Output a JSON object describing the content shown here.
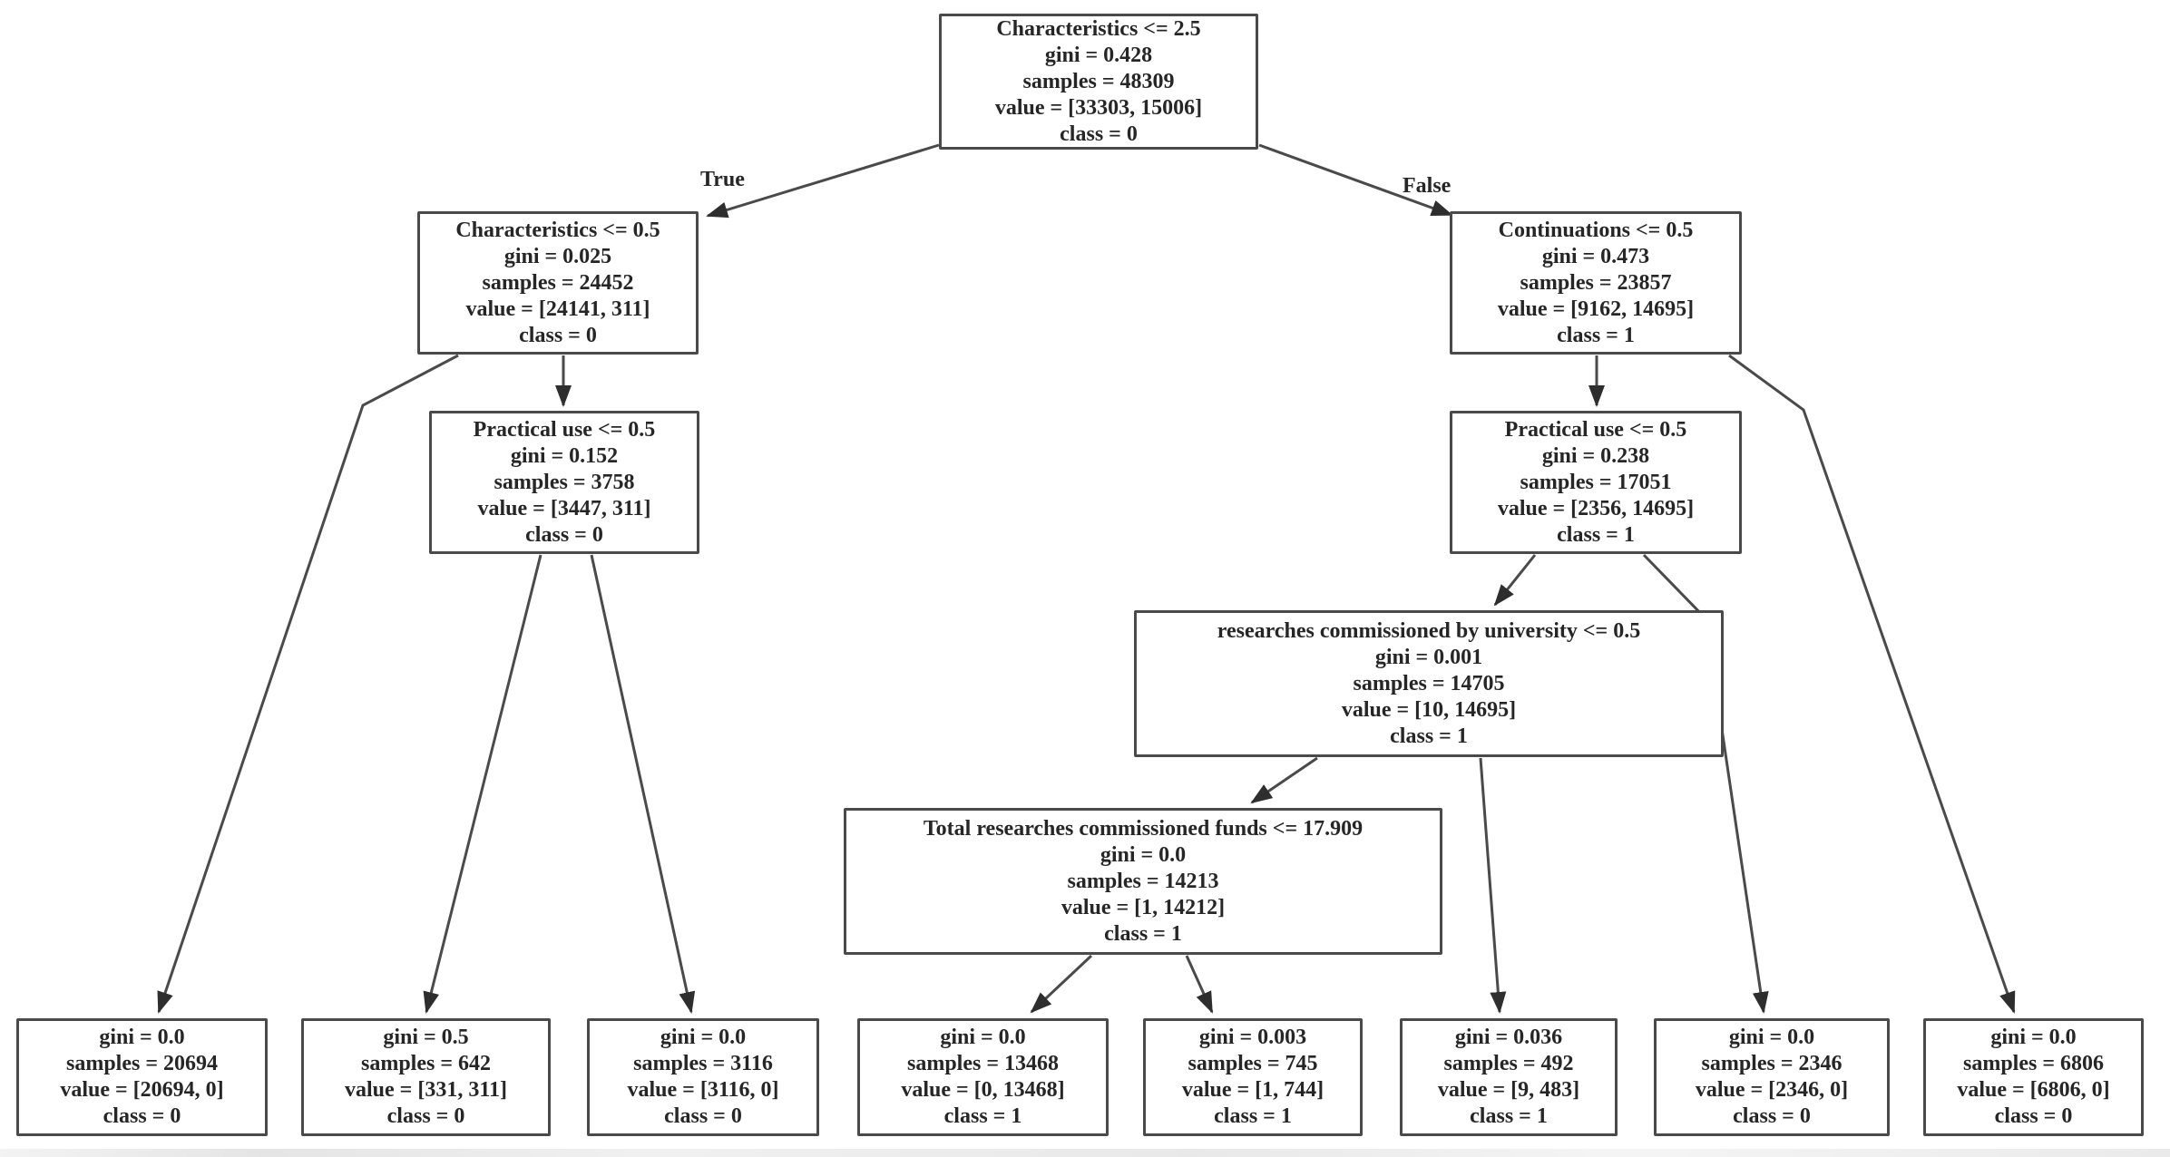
{
  "diagram": {
    "type": "decision-tree",
    "colors": {
      "background": "#ffffff",
      "node_border": "#4a4a4a",
      "edge_line": "#4a4a4a",
      "text": "#262626"
    },
    "edge_labels": {
      "true": "True",
      "false": "False"
    },
    "nodes": {
      "root": {
        "lines": [
          "Characteristics <= 2.5",
          "gini = 0.428",
          "samples = 48309",
          "value = [33303, 15006]",
          "class = 0"
        ]
      },
      "char05": {
        "lines": [
          "Characteristics <= 0.5",
          "gini = 0.025",
          "samples = 24452",
          "value = [24141, 311]",
          "class = 0"
        ]
      },
      "cont05": {
        "lines": [
          "Continuations <= 0.5",
          "gini = 0.473",
          "samples = 23857",
          "value = [9162, 14695]",
          "class = 1"
        ]
      },
      "pracL": {
        "lines": [
          "Practical use <= 0.5",
          "gini = 0.152",
          "samples = 3758",
          "value = [3447, 311]",
          "class = 0"
        ]
      },
      "pracR": {
        "lines": [
          "Practical use <= 0.5",
          "gini = 0.238",
          "samples = 17051",
          "value = [2356, 14695]",
          "class = 1"
        ]
      },
      "resUni": {
        "lines": [
          "researches commissioned by university <= 0.5",
          "gini = 0.001",
          "samples = 14705",
          "value = [10, 14695]",
          "class = 1"
        ]
      },
      "totFunds": {
        "lines": [
          "Total researches commissioned funds <= 17.909",
          "gini = 0.0",
          "samples = 14213",
          "value = [1, 14212]",
          "class = 1"
        ]
      },
      "leaf1": {
        "lines": [
          "gini = 0.0",
          "samples = 20694",
          "value = [20694, 0]",
          "class = 0"
        ]
      },
      "leaf2": {
        "lines": [
          "gini = 0.5",
          "samples = 642",
          "value = [331, 311]",
          "class = 0"
        ]
      },
      "leaf3": {
        "lines": [
          "gini = 0.0",
          "samples = 3116",
          "value = [3116, 0]",
          "class = 0"
        ]
      },
      "leaf4": {
        "lines": [
          "gini = 0.0",
          "samples = 13468",
          "value = [0, 13468]",
          "class = 1"
        ]
      },
      "leaf5": {
        "lines": [
          "gini = 0.003",
          "samples = 745",
          "value = [1, 744]",
          "class = 1"
        ]
      },
      "leaf6": {
        "lines": [
          "gini = 0.036",
          "samples = 492",
          "value = [9, 483]",
          "class = 1"
        ]
      },
      "leaf7": {
        "lines": [
          "gini = 0.0",
          "samples = 2346",
          "value = [2346, 0]",
          "class = 0"
        ]
      },
      "leaf8": {
        "lines": [
          "gini = 0.0",
          "samples = 6806",
          "value = [6806, 0]",
          "class = 0"
        ]
      }
    },
    "edges": [
      {
        "from": "root",
        "to": "char05",
        "label": "True"
      },
      {
        "from": "root",
        "to": "cont05",
        "label": "False"
      },
      {
        "from": "char05",
        "to": "leaf1"
      },
      {
        "from": "char05",
        "to": "pracL"
      },
      {
        "from": "pracL",
        "to": "leaf2"
      },
      {
        "from": "pracL",
        "to": "leaf3"
      },
      {
        "from": "cont05",
        "to": "pracR"
      },
      {
        "from": "cont05",
        "to": "leaf8"
      },
      {
        "from": "pracR",
        "to": "resUni"
      },
      {
        "from": "pracR",
        "to": "leaf7"
      },
      {
        "from": "resUni",
        "to": "totFunds"
      },
      {
        "from": "resUni",
        "to": "leaf6"
      },
      {
        "from": "totFunds",
        "to": "leaf4"
      },
      {
        "from": "totFunds",
        "to": "leaf5"
      }
    ]
  }
}
